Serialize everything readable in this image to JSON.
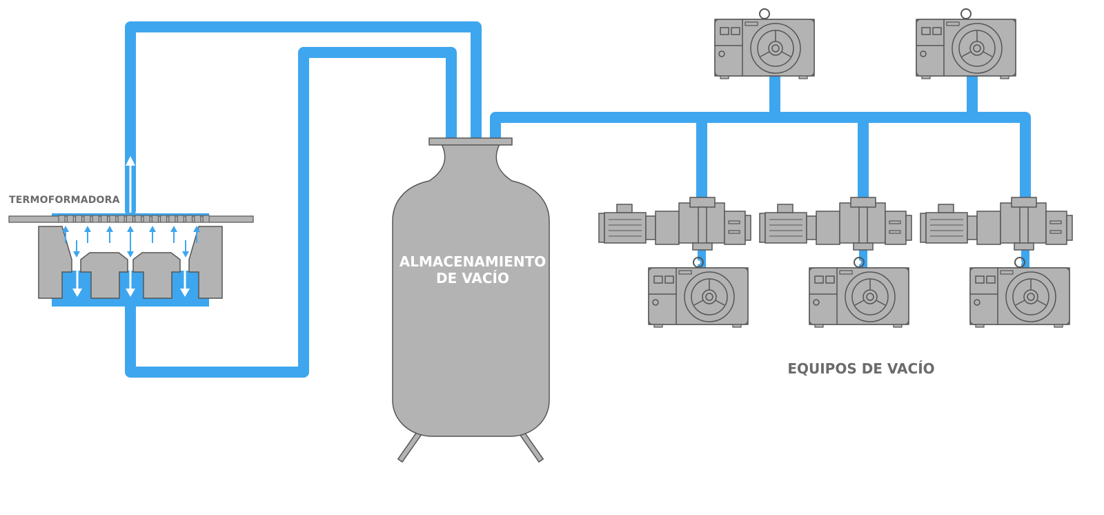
{
  "labels": {
    "thermoformer": "TERMOFORMADORA",
    "tank_line1": "ALMACENAMIENTO",
    "tank_line2": "DE VACÍO",
    "equipment": "EQUIPOS DE VACÍO"
  },
  "colors": {
    "pipe": "#3ea6ee",
    "equipment_gray": "#b3b3b3",
    "outline": "#555555",
    "label_gray": "#6b6b6b",
    "tank_label": "#ffffff"
  },
  "icons": {
    "thermoformer": "thermoforming-machine-icon",
    "tank": "vacuum-tank-icon",
    "rotary_pump": "rotary-vane-pump-icon",
    "booster_pump": "roots-booster-pump-icon",
    "flow_arrow": "air-flow-arrow-icon"
  }
}
